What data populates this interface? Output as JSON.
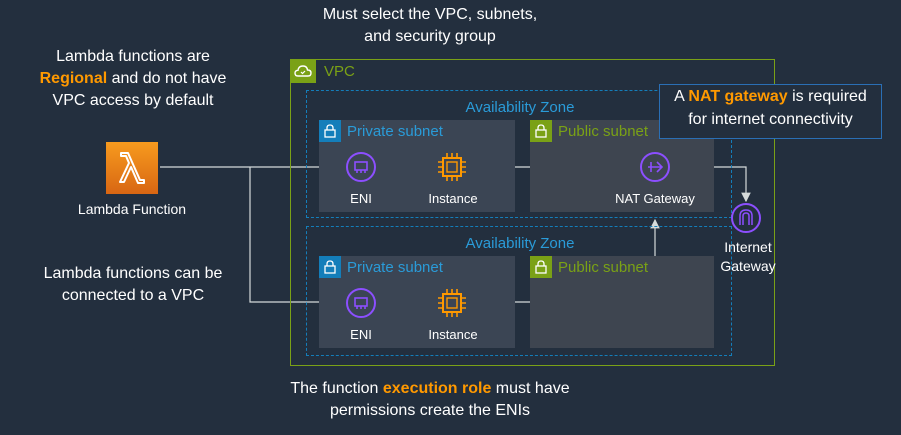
{
  "top_note": {
    "line1": "Must select the VPC, subnets,",
    "line2": "and security group"
  },
  "left_note_top": {
    "line1": "Lambda functions are",
    "highlight": "Regional",
    "line2_rest": " and do not have",
    "line3": "VPC access by default"
  },
  "lambda": {
    "label": "Lambda Function"
  },
  "left_note_bottom": {
    "line1": "Lambda functions can be",
    "line2": "connected to a VPC"
  },
  "vpc": {
    "title": "VPC"
  },
  "az_top": {
    "title": "Availability Zone"
  },
  "az_bottom": {
    "title": "Availability Zone"
  },
  "subnets": {
    "private_top": "Private subnet",
    "public_top": "Public subnet",
    "private_bottom": "Private subnet",
    "public_bottom": "Public subnet"
  },
  "icons": {
    "eni_top": "ENI",
    "instance_top": "Instance",
    "nat": "NAT Gateway",
    "eni_bottom": "ENI",
    "instance_bottom": "Instance",
    "igw_line1": "Internet",
    "igw_line2": "Gateway"
  },
  "nat_note": {
    "prefix": "A ",
    "highlight": "NAT gateway",
    "suffix": " is required",
    "line2": "for internet connectivity"
  },
  "bottom_note": {
    "prefix": "The function ",
    "highlight": "execution role",
    "suffix": " must have",
    "line2": "permissions create the ENIs"
  },
  "colors": {
    "background": "#232f3e",
    "accent": "#ff9900",
    "vpc_green": "#7aa116",
    "az_blue": "#147eba",
    "eni_purple": "#8c4fff"
  }
}
